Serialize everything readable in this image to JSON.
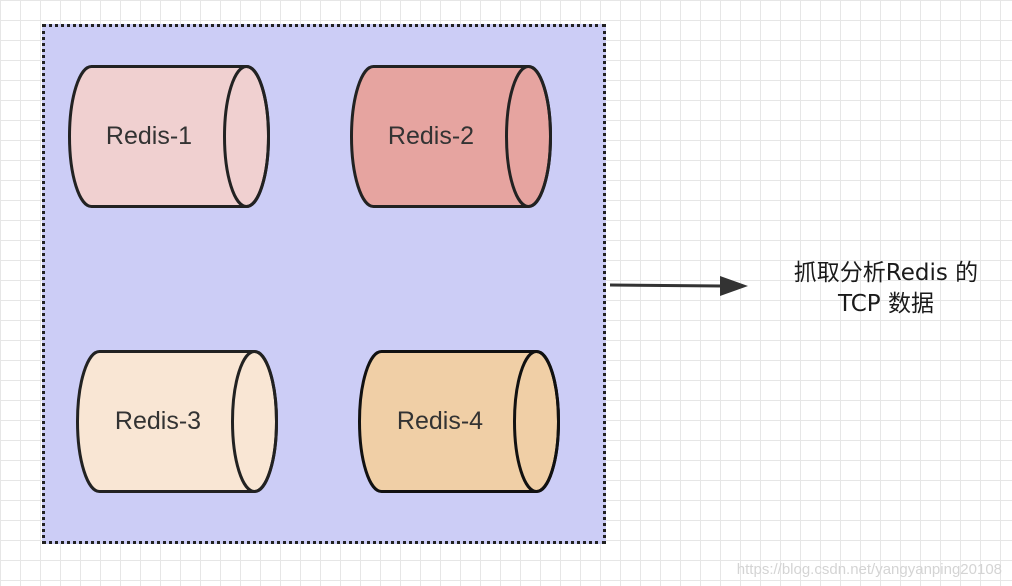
{
  "diagram": {
    "group": {
      "fill": "#cccdf6",
      "border_style": "dotted"
    },
    "nodes": [
      {
        "id": "redis-1",
        "label": "Redis-1",
        "fill": "#f0d0d0"
      },
      {
        "id": "redis-2",
        "label": "Redis-2",
        "fill": "#e6a4a0"
      },
      {
        "id": "redis-3",
        "label": "Redis-3",
        "fill": "#f9e6d4"
      },
      {
        "id": "redis-4",
        "label": "Redis-4",
        "fill": "#f0cfa6"
      }
    ],
    "note": {
      "line1": "抓取分析Redis 的",
      "line2": "TCP 数据"
    }
  },
  "watermark": "https://blog.csdn.net/yangyanping20108"
}
